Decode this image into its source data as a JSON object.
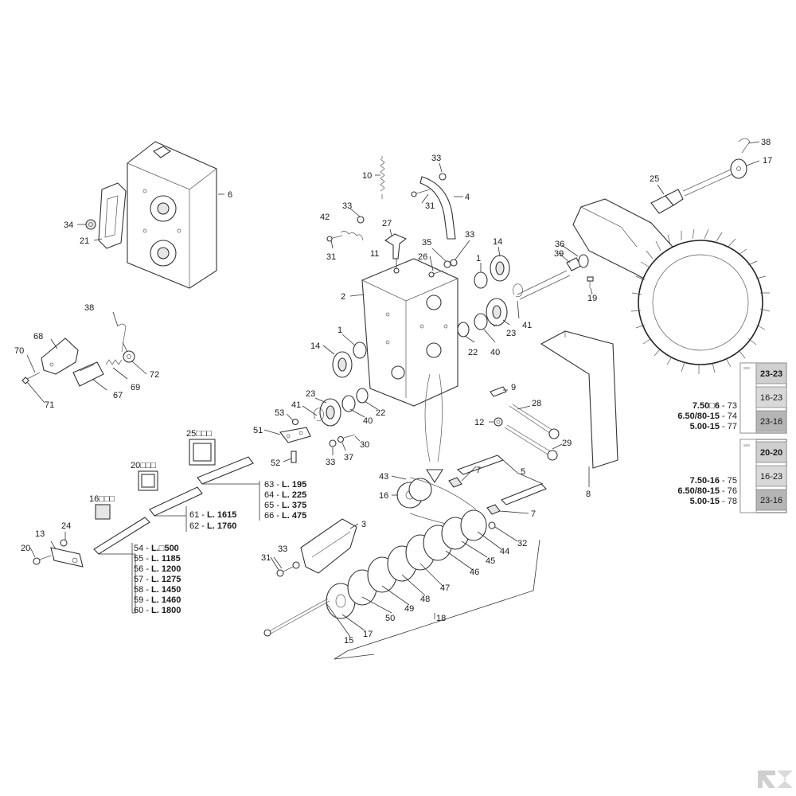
{
  "callouts": {
    "c1a": "1",
    "c1b": "1",
    "c2": "2",
    "c3": "3",
    "c4": "4",
    "c5": "5",
    "c6": "6",
    "c7a": "7",
    "c7b": "7",
    "c8": "8",
    "c9": "9",
    "c10": "10",
    "c11": "11",
    "c12": "12",
    "c13": "13",
    "c14a": "14",
    "c14b": "14",
    "c15": "15",
    "c16a": "16",
    "c16b": "16",
    "c17a": "17",
    "c17b": "17",
    "c18": "18",
    "c19": "19",
    "c20a": "20",
    "c20b": "20",
    "c21": "21",
    "c22a": "22",
    "c22b": "22",
    "c23a": "23",
    "c23b": "23",
    "c24": "24",
    "c25a": "25",
    "c25b": "25",
    "c26": "26",
    "c27": "27",
    "c28": "28",
    "c29": "29",
    "c30": "30",
    "c31a": "31",
    "c31b": "31",
    "c31c": "31",
    "c32": "32",
    "c33a": "33",
    "c33b": "33",
    "c33c": "33",
    "c33d": "33",
    "c33e": "33",
    "c34": "34",
    "c35": "35",
    "c36": "36",
    "c37": "37",
    "c38a": "38",
    "c38b": "38",
    "c39": "39",
    "c40a": "40",
    "c40b": "40",
    "c41a": "41",
    "c41b": "41",
    "c42": "42",
    "c43": "43",
    "c44": "44",
    "c45": "45",
    "c46": "46",
    "c47": "47",
    "c48": "48",
    "c49": "49",
    "c50": "50",
    "c51": "51",
    "c52": "52",
    "c53": "53",
    "c67": "67",
    "c68": "68",
    "c69": "69",
    "c70": "70",
    "c71": "71",
    "c72": "72"
  },
  "square_bars": {
    "s16": "16□□□",
    "s20": "20□□□",
    "s25": "25□□□"
  },
  "lengths_16": [
    {
      "num": "54",
      "sep": " - ",
      "len": "L.□500"
    },
    {
      "num": "55",
      "sep": " - ",
      "len": "L. 1185"
    },
    {
      "num": "56",
      "sep": " - ",
      "len": "L. 1200"
    },
    {
      "num": "57",
      "sep": " - ",
      "len": "L. 1275"
    },
    {
      "num": "58",
      "sep": " - ",
      "len": "L. 1450"
    },
    {
      "num": "59",
      "sep": " - ",
      "len": "L. 1460"
    },
    {
      "num": "60",
      "sep": " - ",
      "len": "L. 1800"
    }
  ],
  "lengths_20": [
    {
      "num": "61",
      "sep": " - ",
      "len": "L. 1615"
    },
    {
      "num": "62",
      "sep": " - ",
      "len": "L. 1760"
    }
  ],
  "lengths_25": [
    {
      "num": "63",
      "sep": " - ",
      "len": "L. 195"
    },
    {
      "num": "64",
      "sep": " - ",
      "len": "L. 225"
    },
    {
      "num": "65",
      "sep": " - ",
      "len": "L. 375"
    },
    {
      "num": "66",
      "sep": " - ",
      "len": "L. 475"
    }
  ],
  "tire_table_a": {
    "header": "23-23",
    "rows": [
      "16-23",
      "23-16"
    ],
    "sizes": [
      {
        "size": "7.50□6",
        "code": " - 73"
      },
      {
        "size": "6.50/80-15",
        "code": " - 74"
      },
      {
        "size": "5.00-15",
        "code": " - 77"
      }
    ]
  },
  "tire_table_b": {
    "header": "20-20",
    "rows": [
      "16-23",
      "23-16"
    ],
    "sizes": [
      {
        "size": "7.50-16",
        "code": " - 75"
      },
      {
        "size": "6.50/80-15",
        "code": " - 76"
      },
      {
        "size": "5.00-15",
        "code": " - 78"
      }
    ]
  },
  "colors": {
    "line": "#333333",
    "cell_gray": "#bdbdbd",
    "cell_light": "#e0e0e0",
    "logo": "#cfcfcf"
  }
}
